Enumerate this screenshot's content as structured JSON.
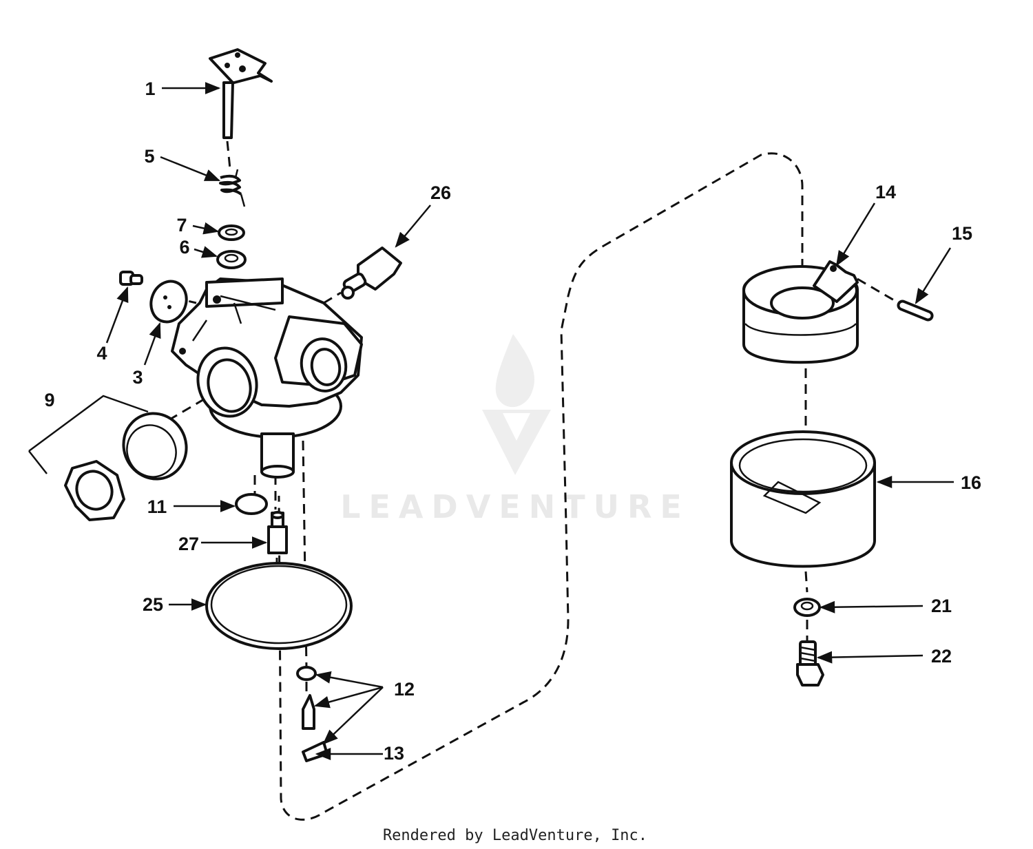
{
  "watermark": {
    "brand": "LEADVENTURE"
  },
  "credit": "Rendered by LeadVenture, Inc.",
  "colors": {
    "ink": "#111111",
    "watermark": "#e9e9e9",
    "background": "#ffffff"
  },
  "callouts": [
    {
      "id": "1",
      "label": "1"
    },
    {
      "id": "3",
      "label": "3"
    },
    {
      "id": "4",
      "label": "4"
    },
    {
      "id": "5",
      "label": "5"
    },
    {
      "id": "6",
      "label": "6"
    },
    {
      "id": "7",
      "label": "7"
    },
    {
      "id": "9",
      "label": "9"
    },
    {
      "id": "11",
      "label": "11"
    },
    {
      "id": "12",
      "label": "12"
    },
    {
      "id": "13",
      "label": "13"
    },
    {
      "id": "14",
      "label": "14"
    },
    {
      "id": "15",
      "label": "15"
    },
    {
      "id": "16",
      "label": "16"
    },
    {
      "id": "21",
      "label": "21"
    },
    {
      "id": "22",
      "label": "22"
    },
    {
      "id": "25",
      "label": "25"
    },
    {
      "id": "26",
      "label": "26"
    },
    {
      "id": "27",
      "label": "27"
    }
  ]
}
